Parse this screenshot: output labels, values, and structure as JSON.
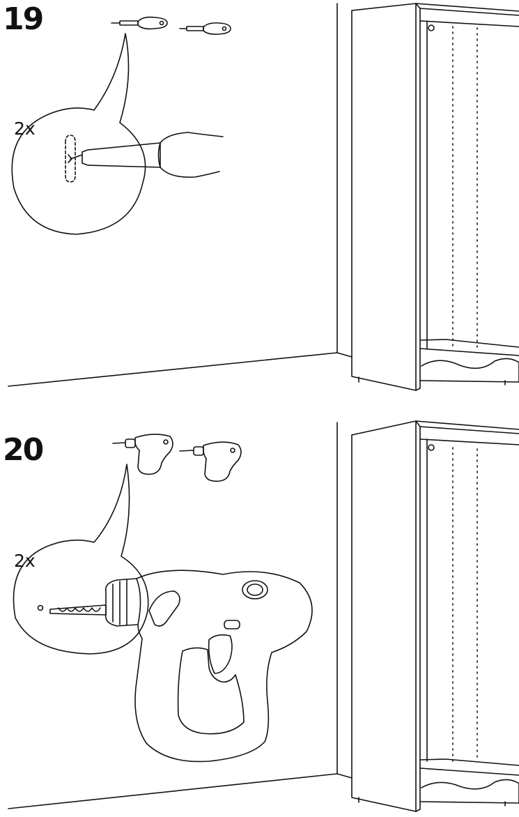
{
  "steps": [
    {
      "number": "19",
      "quantity": "2x"
    },
    {
      "number": "20",
      "quantity": "2x"
    }
  ],
  "colors": {
    "ink": "#111111",
    "paper": "#ffffff"
  },
  "icons": [
    "screwdriver-icon",
    "drill-icon"
  ]
}
